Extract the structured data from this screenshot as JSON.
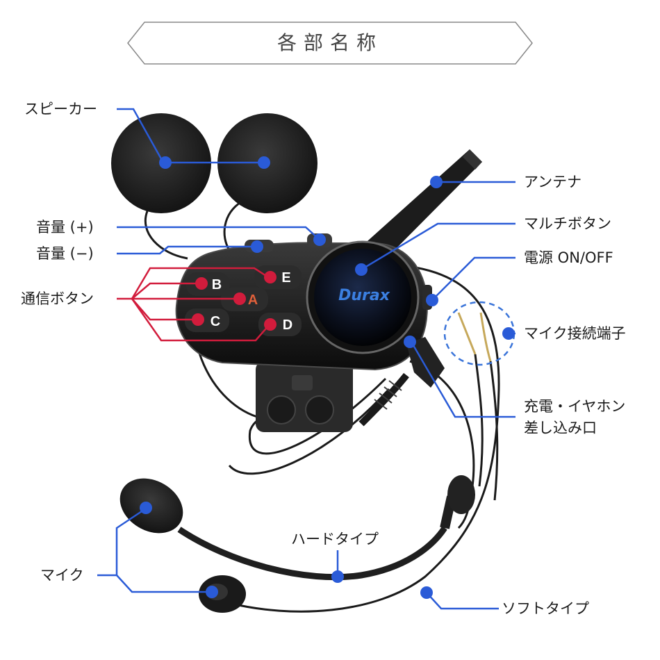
{
  "title": "各部名称",
  "brand": "Durax",
  "colors": {
    "blue": "#2a5bd7",
    "red": "#d21c3c",
    "dashed": "#3a74d9"
  },
  "buttons": {
    "a": "A",
    "b": "B",
    "c": "C",
    "d": "D",
    "e": "E"
  },
  "labels": {
    "speaker": "スピーカー",
    "vol_up": "音量 (+)",
    "vol_down": "音量 (−)",
    "comm_buttons": "通信ボタン",
    "antenna": "アンテナ",
    "multi_button": "マルチボタン",
    "power": "電源 ON/OFF",
    "mic_port": "マイク接続端子",
    "charge_line1": "充電・イヤホン",
    "charge_line2": "差し込み口",
    "hard_type": "ハードタイプ",
    "mic": "マイク",
    "soft_type": "ソフトタイプ"
  }
}
